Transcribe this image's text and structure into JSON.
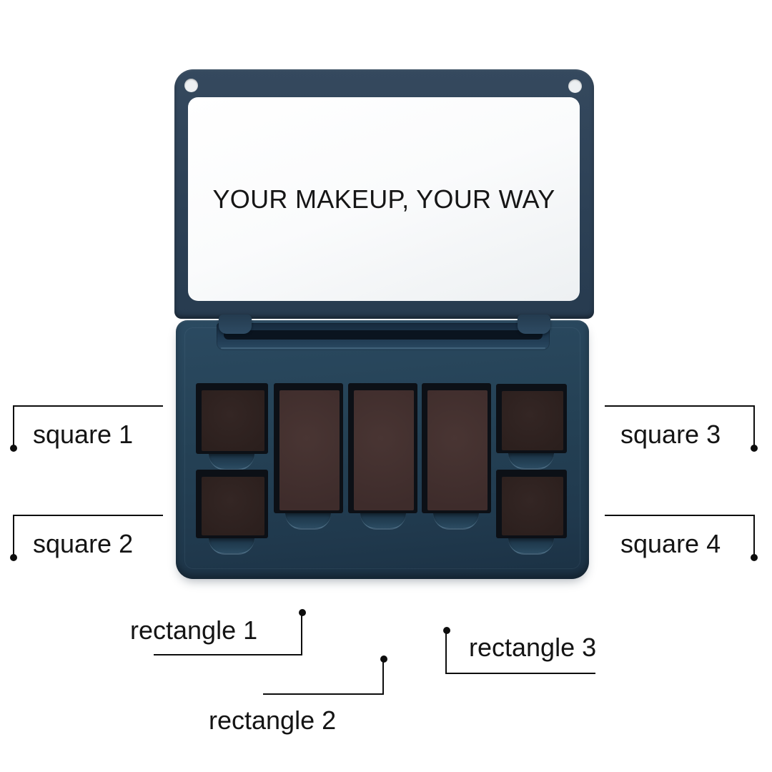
{
  "scene": {
    "background": "#ffffff"
  },
  "palette": {
    "mirror_text": "YOUR MAKEUP, YOUR WAY",
    "colors": {
      "lid_navy": "#2e4257",
      "base_navy": "#254256",
      "hinge_slot": "#0a141f",
      "well_rim": "#0c1016",
      "square_pan_brown": "#2e2220",
      "rectangle_pan_brown": "#43302e",
      "mirror_white": "#fafbfc",
      "magnet_hole": "#edf0f2",
      "callout_black": "#0d0d0d"
    },
    "slots": [
      {
        "id": "square-1",
        "shape": "square",
        "position": "left-top",
        "pan_color": "#2e2220"
      },
      {
        "id": "square-2",
        "shape": "square",
        "position": "left-bottom",
        "pan_color": "#2e2220"
      },
      {
        "id": "rectangle-1",
        "shape": "rectangle",
        "position": "middle-1",
        "pan_color": "#43302e"
      },
      {
        "id": "rectangle-2",
        "shape": "rectangle",
        "position": "middle-2",
        "pan_color": "#43302e"
      },
      {
        "id": "rectangle-3",
        "shape": "rectangle",
        "position": "middle-3",
        "pan_color": "#43302e"
      },
      {
        "id": "square-3",
        "shape": "square",
        "position": "right-top",
        "pan_color": "#2e2220"
      },
      {
        "id": "square-4",
        "shape": "square",
        "position": "right-bottom",
        "pan_color": "#2e2220"
      }
    ]
  },
  "callouts": {
    "square_1": {
      "label": "square 1"
    },
    "square_2": {
      "label": "square 2"
    },
    "square_3": {
      "label": "square 3"
    },
    "square_4": {
      "label": "square 4"
    },
    "rectangle_1": {
      "label": "rectangle 1"
    },
    "rectangle_2": {
      "label": "rectangle 2"
    },
    "rectangle_3": {
      "label": "rectangle 3"
    }
  }
}
